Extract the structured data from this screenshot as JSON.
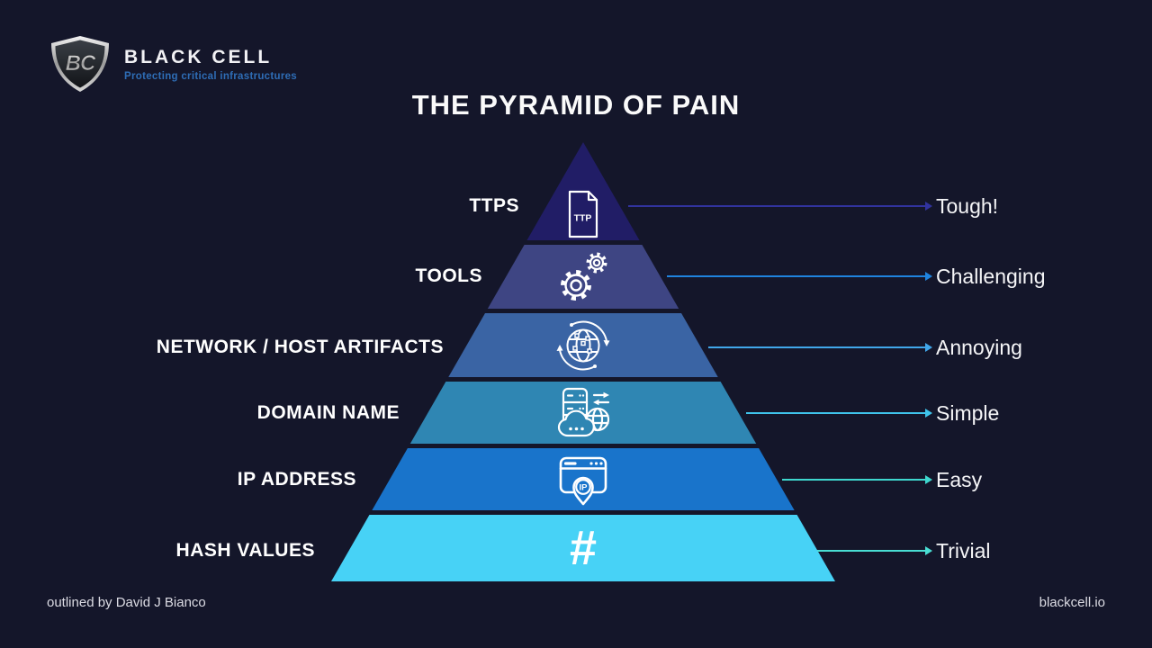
{
  "brand": {
    "initials": "BC",
    "name": "BLACK CELL",
    "tagline": "Protecting critical infrastructures"
  },
  "title": "THE PYRAMID OF PAIN",
  "footer": {
    "credit": "outlined by David J Bianco",
    "website": "blackcell.io"
  },
  "colors": {
    "background": "#14162a",
    "tagline": "#2e6db6"
  },
  "chart_data": {
    "type": "pyramid",
    "title": "THE PYRAMID OF PAIN",
    "order": "top-to-bottom",
    "levels": [
      {
        "label": "TTPS",
        "difficulty": "Tough!",
        "color": "#211d66",
        "arrow_color": "#31339e",
        "icon": "ttp-document-icon",
        "icon_text": "TTP"
      },
      {
        "label": "TOOLS",
        "difficulty": "Challenging",
        "color": "#3e4583",
        "arrow_color": "#1f83de",
        "icon": "gears-icon"
      },
      {
        "label": "NETWORK / HOST ARTIFACTS",
        "difficulty": "Annoying",
        "color": "#3a64a4",
        "arrow_color": "#41a7ea",
        "icon": "network-globe-icon"
      },
      {
        "label": "DOMAIN NAME",
        "difficulty": "Simple",
        "color": "#2f86b3",
        "arrow_color": "#3fc4eb",
        "icon": "dns-server-icon"
      },
      {
        "label": "IP ADDRESS",
        "difficulty": "Easy",
        "color": "#1974cb",
        "arrow_color": "#3ed7ce",
        "icon": "ip-browser-icon",
        "icon_text": "IP"
      },
      {
        "label": "HASH VALUES",
        "difficulty": "Trivial",
        "color": "#47d2f6",
        "arrow_color": "#49ddd3",
        "icon": "hash-icon",
        "icon_text": "#"
      }
    ]
  }
}
